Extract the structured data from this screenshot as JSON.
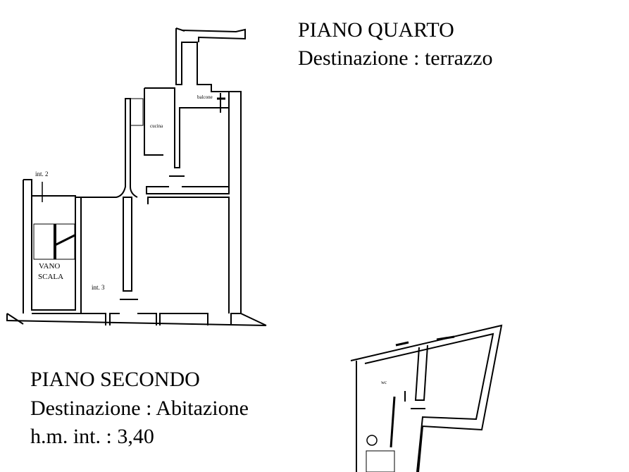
{
  "upper_block": {
    "floor": "PIANO QUARTO",
    "use": "Destinazione : terrazzo"
  },
  "lower_block": {
    "floor": "PIANO SECONDO",
    "use": "Destinazione : Abitazione",
    "height": "h.m.  int. : 3,40"
  },
  "plan_labels": {
    "int2": "int. 2",
    "int3": "int. 3",
    "stair_line1": "VANO",
    "stair_line2": "SCALA",
    "kitchen": "cucina",
    "balcony": "balcone",
    "wc": "wc"
  }
}
